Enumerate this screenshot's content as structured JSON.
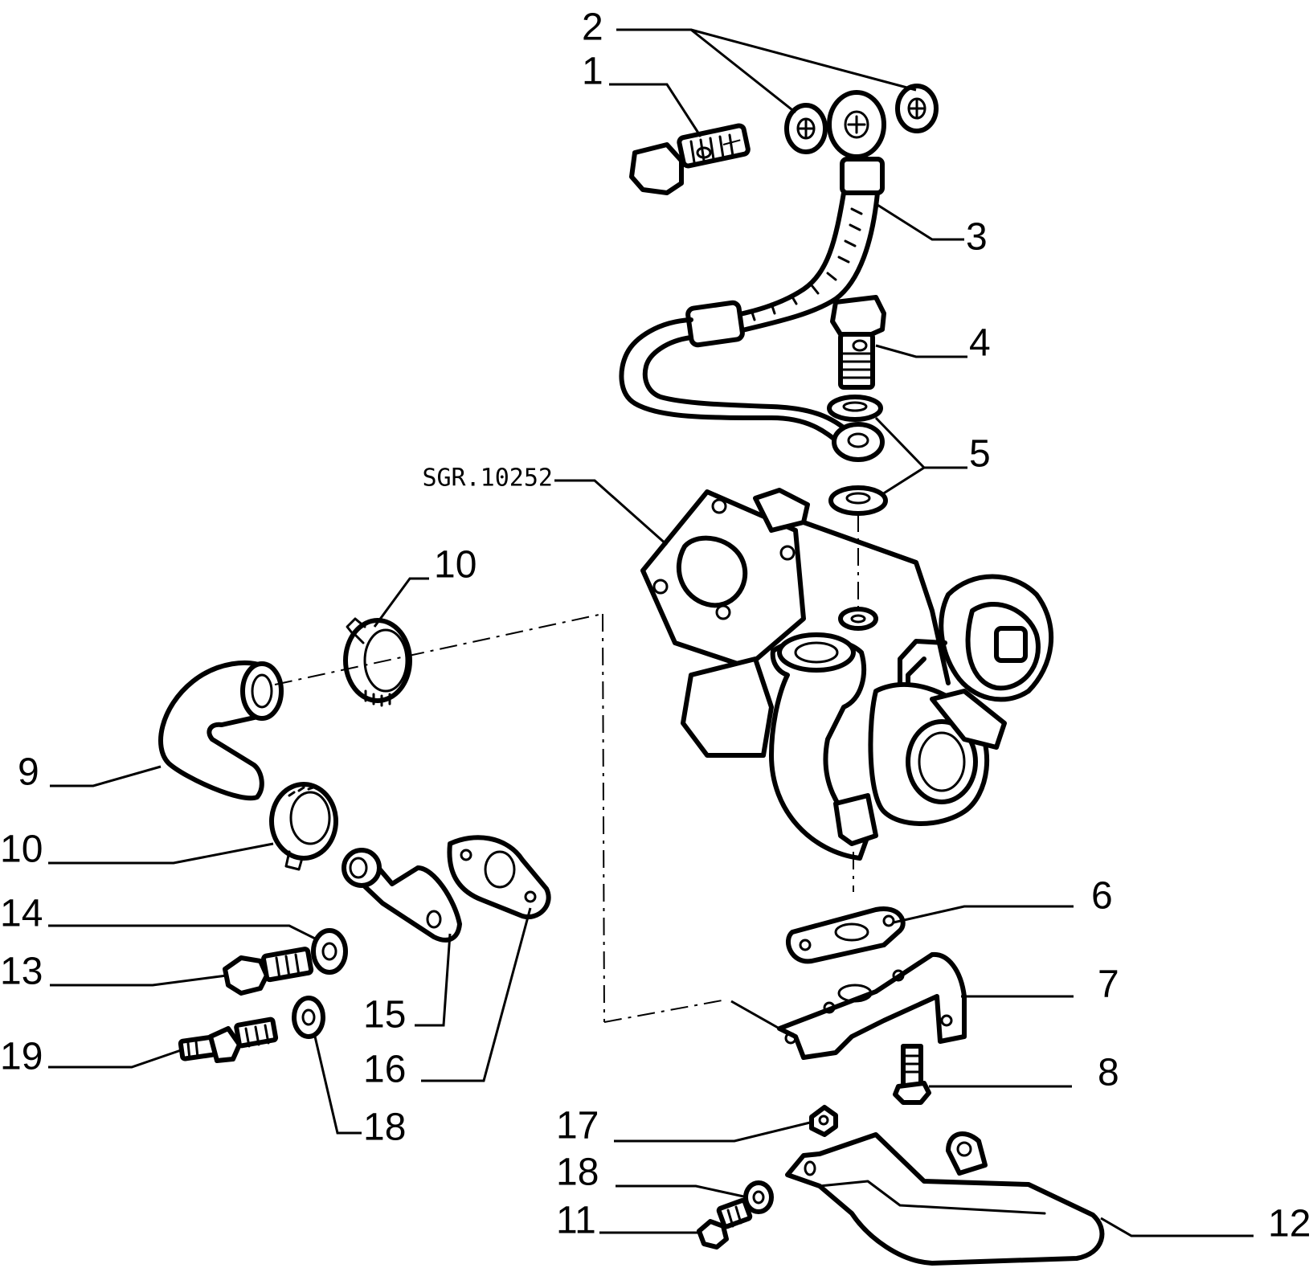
{
  "drawing_ref": "SGR.10252",
  "callouts": {
    "c1": "1",
    "c2": "2",
    "c3": "3",
    "c4": "4",
    "c5": "5",
    "c6": "6",
    "c7": "7",
    "c8": "8",
    "c9": "9",
    "c10_top": "10",
    "c10_left": "10",
    "c11": "11",
    "c12": "12",
    "c13": "13",
    "c14": "14",
    "c15": "15",
    "c16": "16",
    "c17": "17",
    "c18_left": "18",
    "c18_bottom": "18",
    "c19": "19"
  }
}
